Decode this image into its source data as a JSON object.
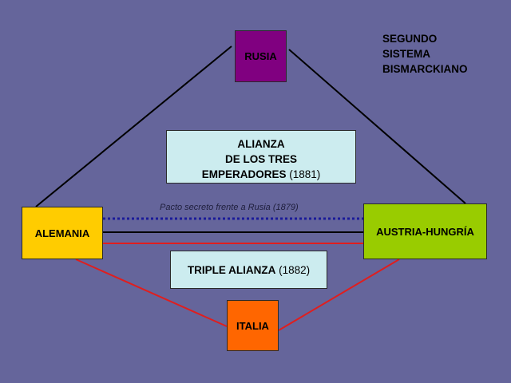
{
  "title_lines": [
    "SEGUNDO",
    "SISTEMA",
    "BISMARCKIANO"
  ],
  "nodes": {
    "rusia": "RUSIA",
    "alemania": "ALEMANIA",
    "austria": "AUSTRIA-HUNGRÍA",
    "italia": "ITALIA"
  },
  "alliance_three": {
    "line1": "ALIANZA",
    "line2": "DE LOS TRES",
    "line3": "EMPERADORES",
    "year": "(1881)"
  },
  "triple_alliance": {
    "name": "TRIPLE ALIANZA",
    "year": "(1882)"
  },
  "secret_pact": "Pacto secreto frente a Rusia (1879)",
  "colors": {
    "background": "#65659b",
    "rusia": "#800080",
    "alemania": "#ffcc00",
    "austria": "#99cc00",
    "italia": "#ff6600",
    "alliance_box": "#ccecef",
    "three_emperors_line": "#000000",
    "triple_alliance_line": "#e01e1e",
    "secret_pact_line": "#1a1a99"
  }
}
